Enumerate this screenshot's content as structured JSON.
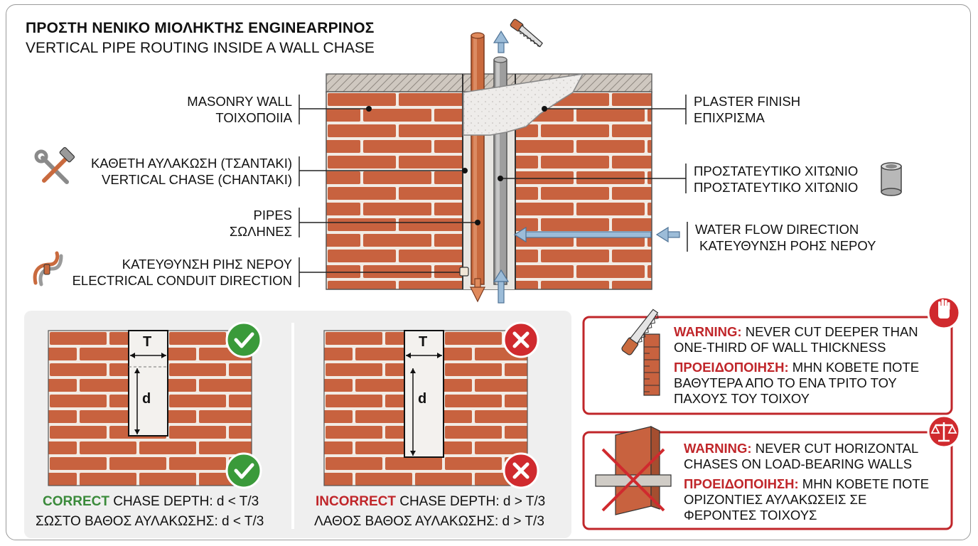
{
  "header": {
    "title_line1": "ΠΡΟΣΤΗ ΝΕΝΙΚΟ ΜΙΟΛΗΚΤΗΣ ENGINEARΡΙΝΟΣ",
    "title_line2": "VERTICAL PIPE ROUTING INSIDE A WALL CHASE"
  },
  "labels": {
    "masonry_en": "MASONRY WALL",
    "masonry_gr": "ΤΟΙΧΟΠΟΙΙΑ",
    "chase_gr": "ΚΑΘΕΤΗ ΑΥΛΑΚΩΣΗ (ΤΣΑΝΤΑΚΙ)",
    "chase_en": "VERTICAL CHASE (CHANTAKI)",
    "pipes_en": "PIPES",
    "pipes_gr": "ΣΩΛΗΝΕΣ",
    "conduit_gr": "ΚΑΤΕΥΘΥΝΣΗ ΡΙΗΣ ΝΕΡΟΥ",
    "conduit_en": "ELECTRICAL CONDUIT DIRECTION",
    "plaster_en": "PLASTER FINISH",
    "plaster_gr": "ΕΠΙΧΡΙΣΜΑ",
    "sleeve_1": "ΠΡΟΣΤΑΤΕΥΤΙΚΟ ΧΙΤΩΝΙΟ",
    "sleeve_2": "ΠΡΟΣΤΑΤΕΥΤΙΚΟ ΧΙΤΩΝΙΟ",
    "flow_en": "WATER FLOW DIRECTION",
    "flow_gr": "ΚΑΤΕΥΘΥΝΣΗ ΡΟΗΣ ΝΕΡΟΥ"
  },
  "depth_panel": {
    "dim_t": "T",
    "dim_d": "d",
    "correct": {
      "keyword": "CORRECT",
      "rest_en": " CHASE DEPTH: d < T/3",
      "gr": "ΣΩΣΤΟ ΒΑΘΟΣ ΑΥΛΑΚΩΣΗΣ: d < T/3"
    },
    "incorrect": {
      "keyword": "INCORRECT",
      "rest_en": " CHASE DEPTH: d > T/3",
      "gr": "ΛΑΘΟΣ ΒΑΘΟΣ ΑΥΛΑΚΩΣΗΣ: d > T/3"
    }
  },
  "warnings": [
    {
      "kw_en": "WARNING:",
      "text_en": " NEVER CUT DEEPER THAN ONE-THIRD OF WALL THICKNESS",
      "kw_gr": "ΠΡΟΕΙΔΟΠΟΙΗΣΗ:",
      "text_gr": " ΜΗΝ ΚΟΒΕΤΕ ΠΟΤΕ ΒΑΘΥΤΕΡΑ ΑΠΟ ΤΟ ΕΝΑ ΤΡΙΤΟ ΤΟΥ ΠΑΧΟΥΣ ΤΟΥ ΤΟΙΧΟΥ",
      "icon": "hand-stop-icon"
    },
    {
      "kw_en": "WARNING:",
      "text_en": " NEVER CUT HORIZONTAL CHASES ON LOAD-BEARING WALLS",
      "kw_gr": "ΠΡΟΕΙΔΟΠΟΙΗΣΗ:",
      "text_gr": " ΜΗΝ ΚΟΒΕΤΕ ΠΟΤΕ ΟΡΙΖΟΝΤΙΕΣ ΑΥΛΑΚΩΣΕΙΣ ΣΕ ΦΕΡΟΝΤΕΣ ΤΟΙΧΟΥΣ",
      "icon": "scales-icon"
    }
  ],
  "colors": {
    "brick": "#c8623f",
    "mortar": "#f3ece6",
    "copper": "#c96a3e",
    "warning_red": "#c0262a",
    "ok_green": "#3a8a3a",
    "arrow_blue": "#7fa5c8"
  }
}
